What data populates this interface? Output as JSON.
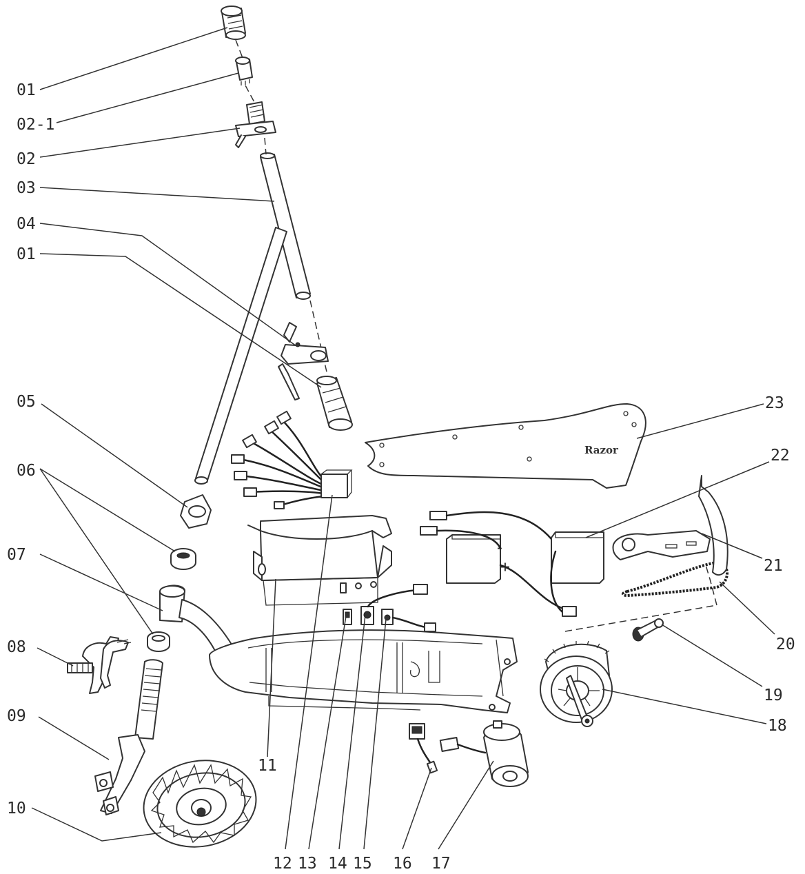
{
  "brand_text": "Razor",
  "callouts": {
    "c01_top": "01",
    "c02_1": "02-1",
    "c02": "02",
    "c03": "03",
    "c04": "04",
    "c01_mid": "01",
    "c05": "05",
    "c06": "06",
    "c07": "07",
    "c08": "08",
    "c09": "09",
    "c10": "10",
    "c11": "11",
    "c12": "12",
    "c13": "13",
    "c14": "14",
    "c15": "15",
    "c16": "16",
    "c17": "17",
    "c18": "18",
    "c19": "19",
    "c20": "20",
    "c21": "21",
    "c22": "22",
    "c23": "23"
  }
}
